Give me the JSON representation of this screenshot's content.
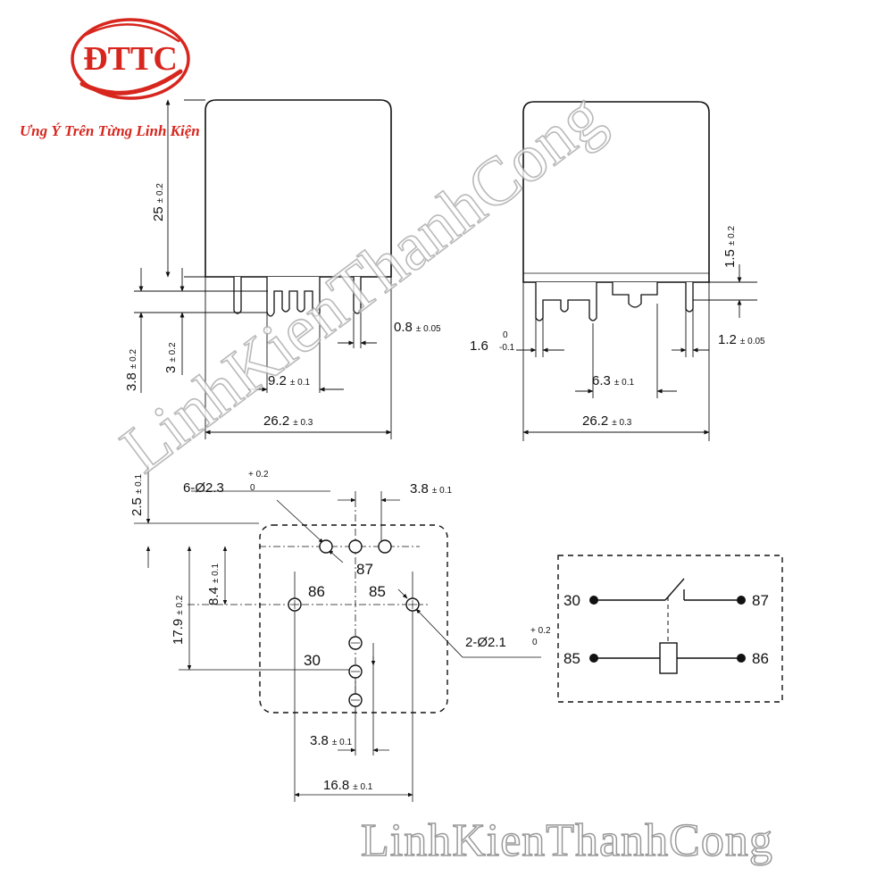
{
  "brand": {
    "logo_text": "ĐTTC",
    "tagline": "Ưng Ý Trên Từng Linh Kiện",
    "logo_color": "#d7261e"
  },
  "watermark": {
    "diagonal": "LinhKienThanhCong",
    "bottom": "LinhKienThanhCong"
  },
  "front_view": {
    "height": "25",
    "height_tol": "± 0.2",
    "pin_len_outer": "3.8",
    "pin_len_outer_tol": "± 0.2",
    "pin_len_inner": "3",
    "pin_len_inner_tol": "± 0.2",
    "pin_thickness": "0.8",
    "pin_thickness_tol": "± 0.05",
    "pin_span": "9.2",
    "pin_span_tol": "± 0.1",
    "width": "26.2",
    "width_tol": "± 0.3"
  },
  "side_view": {
    "offset": "1.5",
    "offset_tol": "± 0.2",
    "pin_width": "1.6",
    "pin_width_tol_upper": "0",
    "pin_width_tol_lower": "-0.1",
    "pin_thickness": "1.2",
    "pin_thickness_tol": "± 0.05",
    "pin_span": "6.3",
    "pin_span_tol": "± 0.1",
    "width": "26.2",
    "width_tol": "± 0.3"
  },
  "footprint": {
    "small_holes": "6-Ø2.3",
    "small_holes_tol_upper": "+ 0.2",
    "small_holes_tol_lower": "0",
    "large_holes": "2-Ø2.1",
    "large_holes_tol_upper": "+ 0.2",
    "large_holes_tol_lower": "0",
    "top_offset": "2.5",
    "top_offset_tol": "± 0.1",
    "row_gap": "8.4",
    "row_gap_tol": "± 0.1",
    "total_height": "17.9",
    "total_height_tol": "± 0.2",
    "pitch_top": "3.8",
    "pitch_top_tol": "± 0.1",
    "pitch_bottom": "3.8",
    "pitch_bottom_tol": "± 0.1",
    "width": "16.8",
    "width_tol": "± 0.1",
    "pin_87": "87",
    "pin_86": "86",
    "pin_85": "85",
    "pin_30": "30"
  },
  "schematic": {
    "pin_30": "30",
    "pin_87": "87",
    "pin_85": "85",
    "pin_86": "86"
  }
}
